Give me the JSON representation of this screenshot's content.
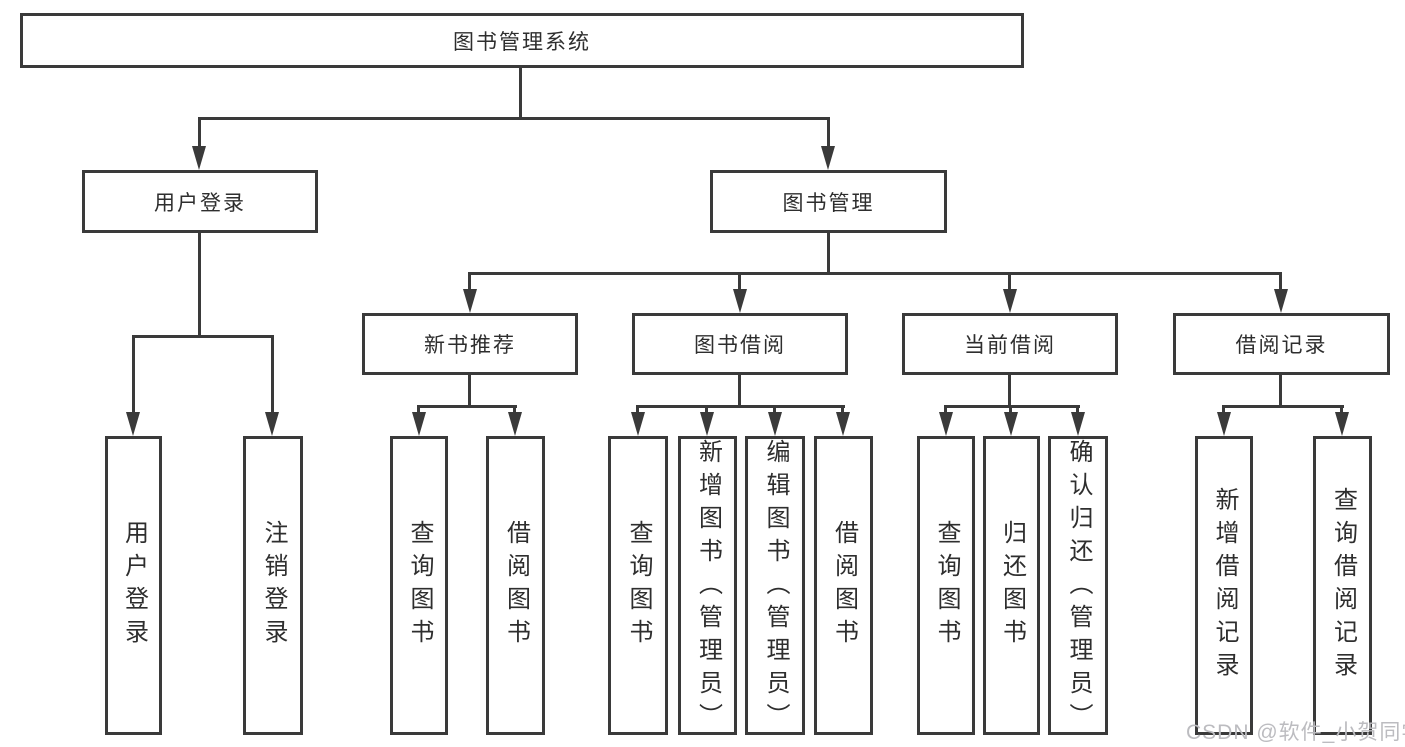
{
  "style": {
    "line_color": "#3a3a3a",
    "text_color": "#2e2e2e",
    "watermark_color": "#bcbcc0",
    "background_color": "#ffffff"
  },
  "tree": {
    "root": {
      "label": "图书管理系统"
    },
    "branches": [
      {
        "label": "用户登录",
        "children": [
          {
            "label": "用户登录"
          },
          {
            "label": "注销登录"
          }
        ]
      },
      {
        "label": "图书管理",
        "children": [
          {
            "label": "新书推荐",
            "children": [
              {
                "label": "查询图书"
              },
              {
                "label": "借阅图书"
              }
            ]
          },
          {
            "label": "图书借阅",
            "children": [
              {
                "label": "查询图书"
              },
              {
                "label": "新增图书（管理员）"
              },
              {
                "label": "编辑图书（管理员）"
              },
              {
                "label": "借阅图书"
              }
            ]
          },
          {
            "label": "当前借阅",
            "children": [
              {
                "label": "查询图书"
              },
              {
                "label": "归还图书"
              },
              {
                "label": "确认归还（管理员）"
              }
            ]
          },
          {
            "label": "借阅记录",
            "children": [
              {
                "label": "新增借阅记录"
              },
              {
                "label": "查询借阅记录"
              }
            ]
          }
        ]
      }
    ]
  },
  "watermark": {
    "text": "CSDN @软件_小贺同学"
  }
}
